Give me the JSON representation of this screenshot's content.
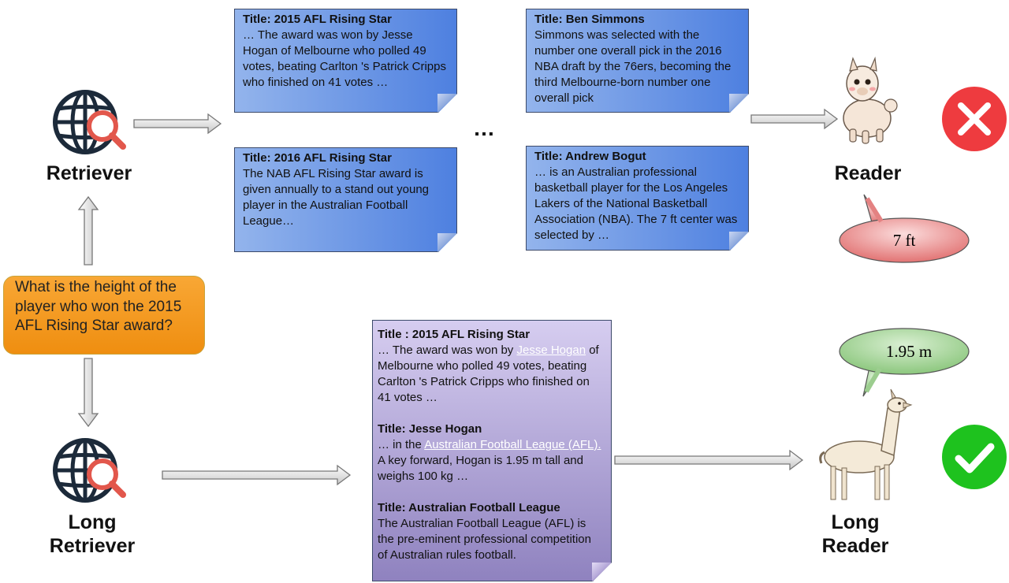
{
  "question": "What is the height of the player who won the 2015 AFL Rising Star award?",
  "labels": {
    "retriever": "Retriever",
    "long_retriever_1": "Long",
    "long_retriever_2": "Retriever",
    "reader": "Reader",
    "long_reader_1": "Long",
    "long_reader_2": "Reader",
    "ellipsis": "…"
  },
  "docs": [
    {
      "title": "Title: 2015 AFL Rising Star",
      "body": "… The award was won by Jesse Hogan of Melbourne who polled 49 votes, beating Carlton 's Patrick Cripps who finished on 41 votes …"
    },
    {
      "title": "Title: 2016 AFL Rising Star",
      "body": "The NAB AFL Rising Star award is given annually to a stand out young player in the Australian Football League…"
    },
    {
      "title": "Title: Ben Simmons",
      "body": "Simmons was selected with the number one overall pick in the 2016 NBA draft by the 76ers, becoming the third Melbourne-born number one overall pick"
    },
    {
      "title": "Title: Andrew Bogut",
      "body": "… is an Australian professional basketball player for the Los Angeles Lakers of the National Basketball Association (NBA). The 7 ft center was selected by …"
    }
  ],
  "long_doc": {
    "sec1_title": "Title : 2015 AFL Rising Star",
    "sec1_pre": "… The award was won by ",
    "sec1_link": "Jesse Hogan",
    "sec1_post": " of Melbourne who polled 49 votes, beating Carlton 's Patrick Cripps who finished on 41 votes …",
    "sec2_title": "Title: Jesse Hogan",
    "sec2_pre": "… in the ",
    "sec2_link": "Australian Football League (AFL).",
    "sec2_post": " A key forward, Hogan is 1.95 m tall and weighs 100 kg …",
    "sec3_title": "Title: Australian Football League",
    "sec3_body": "The Australian Football League (AFL) is the pre-eminent professional competition of Australian rules football."
  },
  "answers": {
    "reader": "7 ft",
    "long_reader": "1.95 m"
  },
  "icons": {
    "retriever": "globe-search-icon",
    "long_retriever": "globe-search-icon",
    "reader": "alpaca-icon",
    "long_reader": "llama-icon",
    "wrong": "cross-icon",
    "right": "check-icon"
  },
  "colors": {
    "wrong": "#ee3b3f",
    "right": "#1ec21e",
    "question": "#f39a22"
  }
}
